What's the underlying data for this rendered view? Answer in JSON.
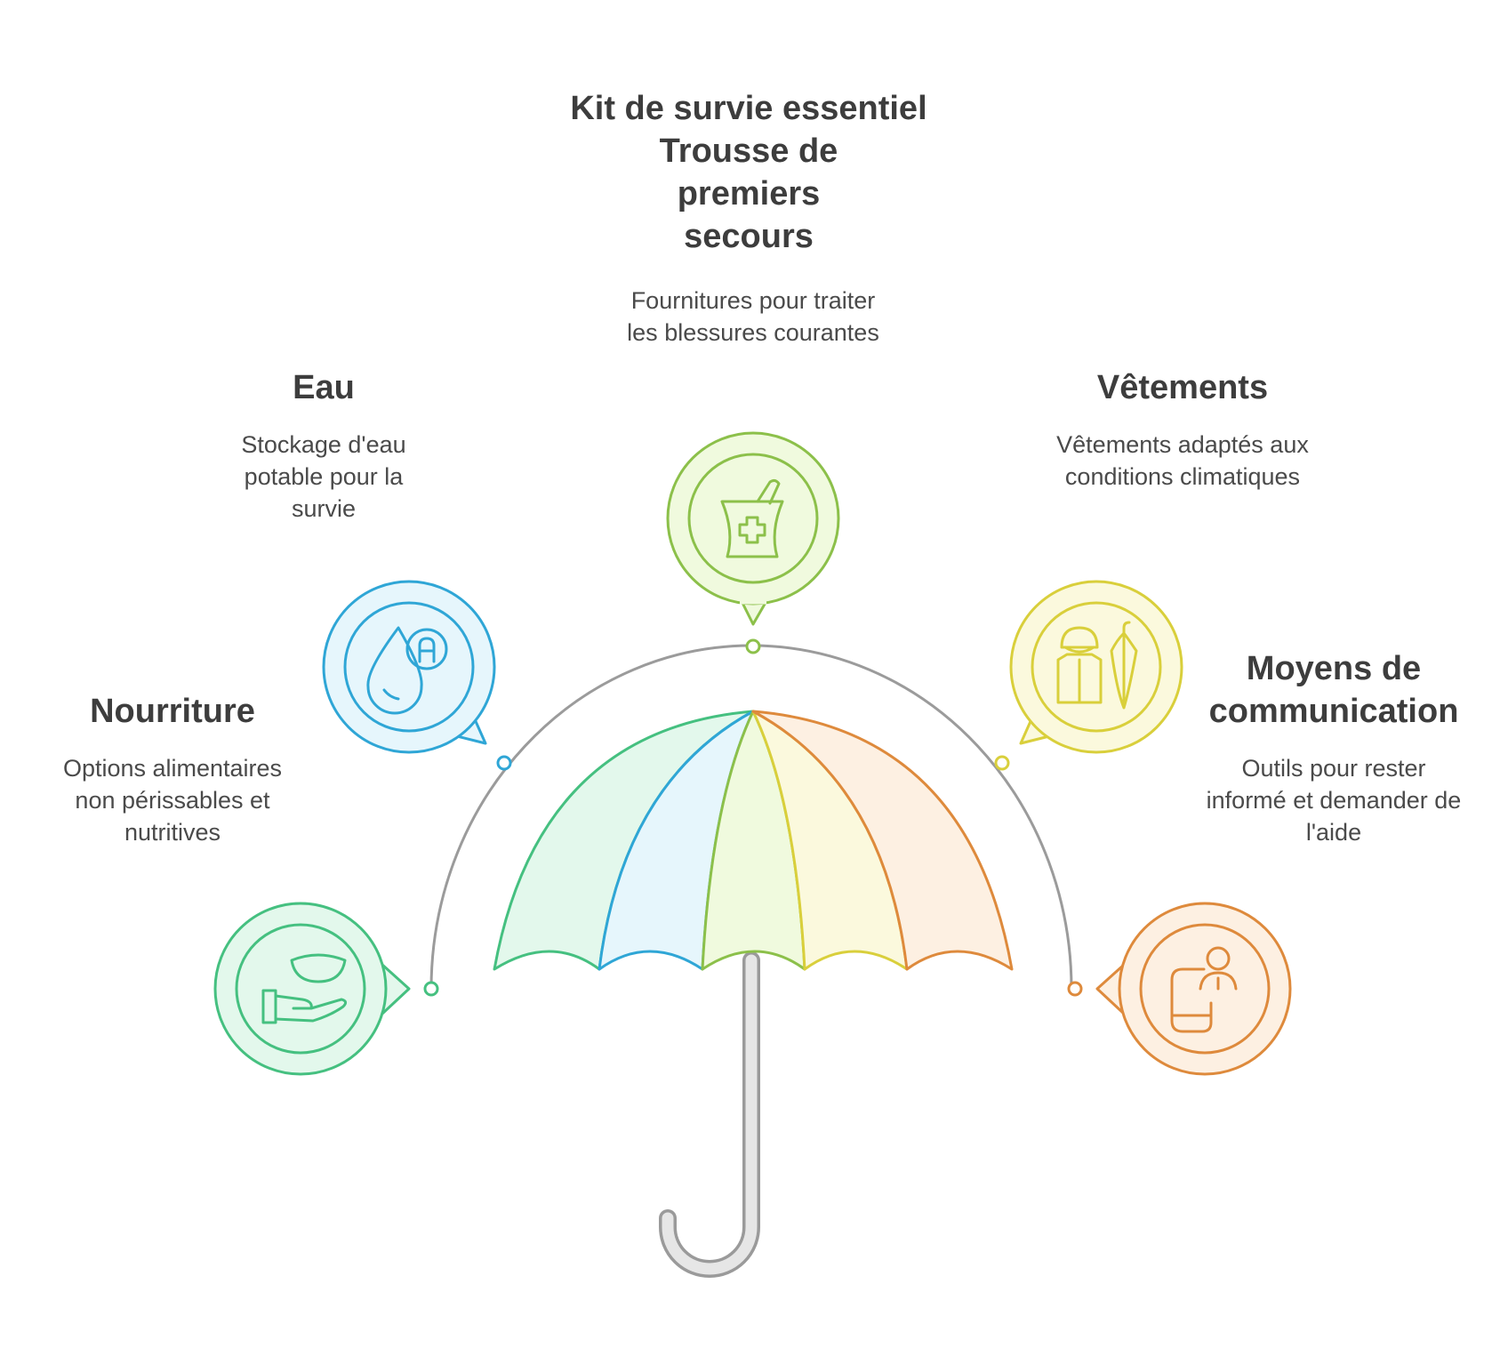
{
  "title": {
    "line1": "Kit de survie essentiel",
    "line2": "Trousse de",
    "line3": "premiers",
    "line4": "secours"
  },
  "first_aid": {
    "description": "Fournitures pour traiter les blessures courantes",
    "icon": "mortar-pestle-cross-icon",
    "color": "#8cc04a"
  },
  "water": {
    "heading": "Eau",
    "description": "Stockage d'eau potable pour la survie",
    "icon": "water-drop-icon",
    "color": "#2fa6d6"
  },
  "clothing": {
    "heading": "Vêtements",
    "description": "Vêtements adaptés aux conditions climatiques",
    "icon": "raincoat-umbrella-icon",
    "color": "#d9cf3b"
  },
  "food": {
    "heading": "Nourriture",
    "description": "Options alimentaires non périssables et nutritives",
    "icon": "hand-bowl-icon",
    "color": "#45c080"
  },
  "communication": {
    "heading": "Moyens de communication",
    "description": "Outils pour rester informé et demander de l'aide",
    "icon": "phone-person-icon",
    "color": "#de8a3c"
  }
}
